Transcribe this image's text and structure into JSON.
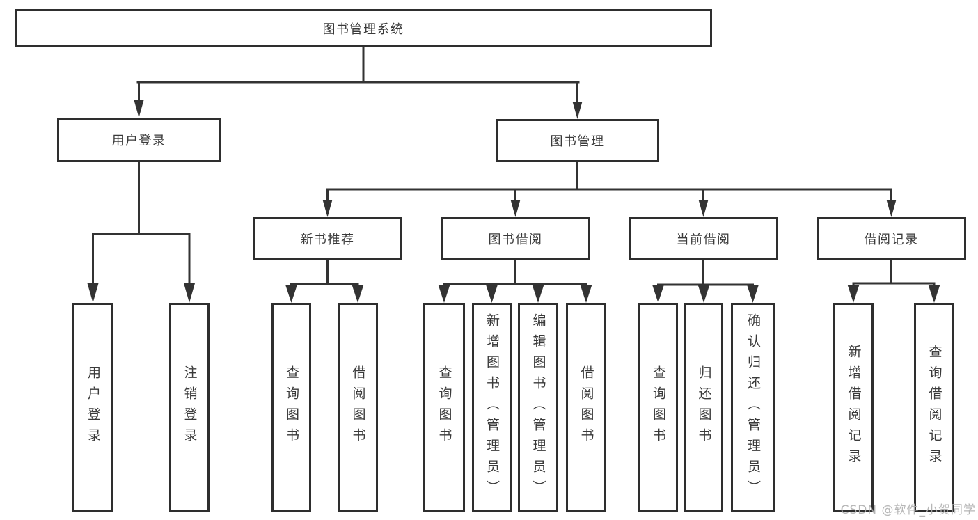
{
  "colors": {
    "line": "#333333",
    "box_border": "#2e2e2e",
    "box_fill": "#ffffff",
    "text": "#3a3a3a",
    "watermark": "#b0b0b0"
  },
  "watermark": {
    "text": "CSDN @软件_小贺同学"
  },
  "tree": {
    "label": "图书管理系统",
    "children": [
      {
        "label": "用户登录",
        "children": [
          {
            "label": "用户登录"
          },
          {
            "label": "注销登录"
          }
        ]
      },
      {
        "label": "图书管理",
        "children": [
          {
            "label": "新书推荐",
            "children": [
              {
                "label": "查询图书"
              },
              {
                "label": "借阅图书"
              }
            ]
          },
          {
            "label": "图书借阅",
            "children": [
              {
                "label": "查询图书"
              },
              {
                "label": "新增图书（管理员）"
              },
              {
                "label": "编辑图书（管理员）"
              },
              {
                "label": "借阅图书"
              }
            ]
          },
          {
            "label": "当前借阅",
            "children": [
              {
                "label": "查询图书"
              },
              {
                "label": "归还图书"
              },
              {
                "label": "确认归还（管理员）"
              }
            ]
          },
          {
            "label": "借阅记录",
            "children": [
              {
                "label": "新增借阅记录"
              },
              {
                "label": "查询借阅记录"
              }
            ]
          }
        ]
      }
    ]
  }
}
